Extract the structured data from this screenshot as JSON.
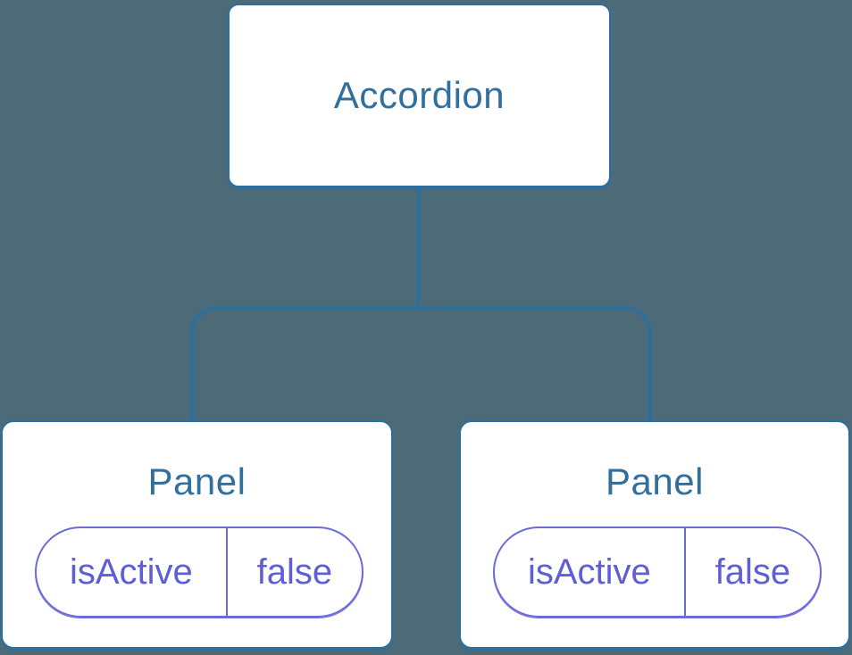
{
  "diagram": {
    "type": "component-tree",
    "colors": {
      "background": "#4d6a78",
      "card_fill": "#ffffff",
      "node_border": "#2d6e9c",
      "node_text": "#31709e",
      "pill_border": "#6b6bdb",
      "pill_text": "#5e5ed6"
    },
    "root": {
      "label": "Accordion"
    },
    "children": [
      {
        "label": "Panel",
        "state": {
          "key": "isActive",
          "value": "false"
        }
      },
      {
        "label": "Panel",
        "state": {
          "key": "isActive",
          "value": "false"
        }
      }
    ]
  }
}
